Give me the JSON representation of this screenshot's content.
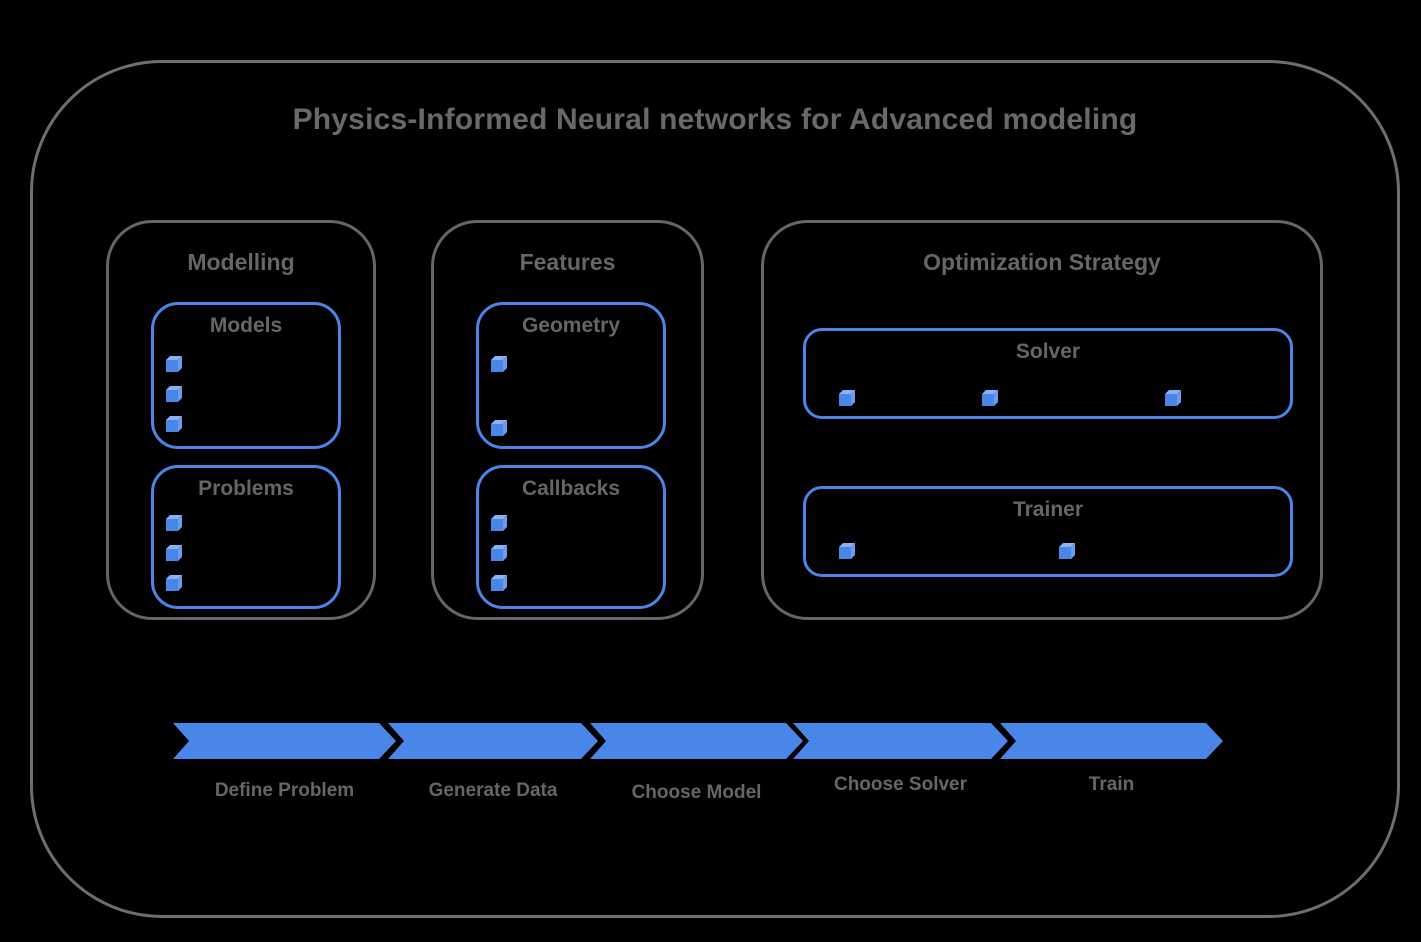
{
  "title": "Physics-Informed Neural networks for Advanced modeling",
  "colors": {
    "background": "#000000",
    "frame_outline": "#6e6e6e",
    "section_outline": "#666666",
    "text_gray": "#666666",
    "accent_blue": "#4a86e8",
    "cube_front": "#4a86e8",
    "cube_top": "#8ab1f3",
    "cube_side": "#6d9cee"
  },
  "sections": [
    {
      "label": "Modelling",
      "boxes": [
        {
          "label": "Models",
          "bullet_icon": "cube-icon",
          "bullet_count": 3
        },
        {
          "label": "Problems",
          "bullet_icon": "cube-icon",
          "bullet_count": 3
        }
      ]
    },
    {
      "label": "Features",
      "boxes": [
        {
          "label": "Geometry",
          "bullet_icon": "cube-icon",
          "bullet_count": 2
        },
        {
          "label": "Callbacks",
          "bullet_icon": "cube-icon",
          "bullet_count": 3
        }
      ]
    },
    {
      "label": "Optimization Strategy",
      "boxes": [
        {
          "label": "Solver",
          "bullet_icon": "cube-icon",
          "bullet_count": 3
        },
        {
          "label": "Trainer",
          "bullet_icon": "cube-icon",
          "bullet_count": 2
        }
      ]
    }
  ],
  "pipeline": {
    "steps": [
      {
        "label": "Define Problem"
      },
      {
        "label": "Generate Data"
      },
      {
        "label": "Choose Model"
      },
      {
        "label": "Choose Solver"
      },
      {
        "label": "Train"
      }
    ]
  }
}
